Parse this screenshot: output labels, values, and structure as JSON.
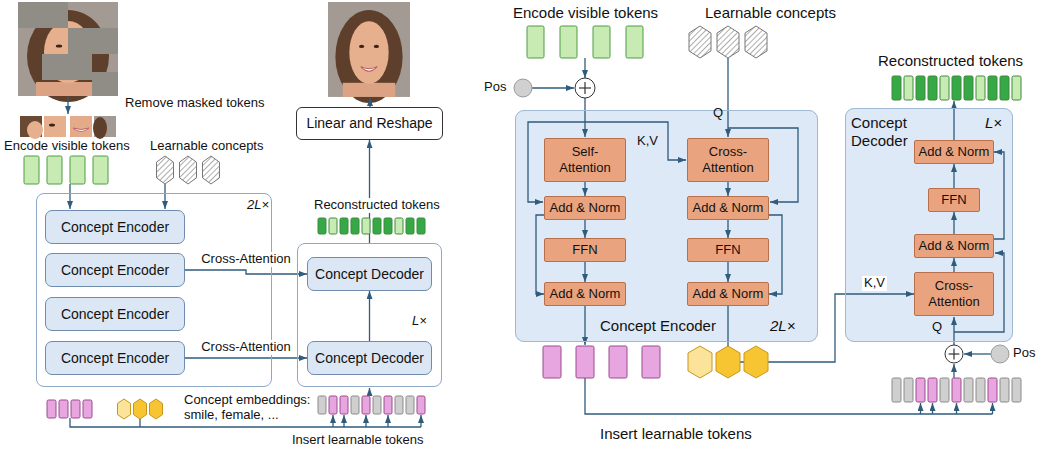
{
  "diagram": {
    "nodes": [
      {
        "text": [
          "2L×"
        ]
      },
      {
        "text": [
          "Concept Encoder"
        ],
        "in": 0
      },
      {
        "text": [
          "Concept Encoder"
        ],
        "in": 0
      },
      {
        "text": [
          "Concept Encoder"
        ],
        "in": 0
      },
      {
        "text": [
          "Concept Encoder"
        ],
        "in": 0
      },
      {
        "text": [
          "L×"
        ]
      },
      {
        "text": [
          "Concept Decoder"
        ],
        "in": 5
      },
      {
        "text": [
          "Concept Decoder"
        ],
        "in": 5
      },
      {
        "text": [
          "Linear and Reshape"
        ]
      },
      {
        "text": [
          "Concept Encoder",
          "2L×"
        ]
      },
      {
        "text": [
          "Self-Attention"
        ],
        "in": 9
      },
      {
        "text": [
          "Add & Norm"
        ],
        "in": 9
      },
      {
        "text": [
          "FFN"
        ],
        "in": 9
      },
      {
        "text": [
          "Add & Norm"
        ],
        "in": 9
      },
      {
        "text": [
          "Cross-Attention"
        ],
        "in": 9
      },
      {
        "text": [
          "Add & Norm"
        ],
        "in": 9
      },
      {
        "text": [
          "FFN"
        ],
        "in": 9
      },
      {
        "text": [
          "Add & Norm"
        ],
        "in": 9
      },
      {
        "text": [
          "Concept Decoder",
          "L×"
        ]
      },
      {
        "text": [
          "Add & Norm"
        ],
        "in": 18
      },
      {
        "text": [
          "FFN"
        ],
        "in": 18
      },
      {
        "text": [
          "Add & Norm"
        ],
        "in": 18
      },
      {
        "text": [
          "Cross-Attention"
        ],
        "in": 18
      }
    ],
    "edges": [
      {
        "from": 2,
        "to": 6,
        "label": "Cross-Attention",
        "arrow": "to"
      },
      {
        "from": 4,
        "to": 7,
        "label": "Cross-Attention",
        "arrow": "to"
      },
      {
        "from": 7,
        "to": 6,
        "arrow": "to"
      },
      {
        "from": 5,
        "to": 8,
        "arrow": "to"
      },
      {
        "from": 10,
        "to": 11,
        "arrow": "to"
      },
      {
        "from": 11,
        "to": 12,
        "arrow": "to"
      },
      {
        "from": 12,
        "to": 13,
        "arrow": "to"
      },
      {
        "from": 11,
        "to": 13,
        "arrow": "to"
      },
      {
        "from": 14,
        "to": 15,
        "arrow": "to"
      },
      {
        "from": 15,
        "to": 16,
        "arrow": "to"
      },
      {
        "from": 16,
        "to": 17,
        "arrow": "to"
      },
      {
        "from": 15,
        "to": 17,
        "arrow": "to"
      },
      {
        "from": 17,
        "to": 22,
        "label": "K,V",
        "arrow": "to"
      },
      {
        "from": 22,
        "to": 21,
        "arrow": "to"
      },
      {
        "from": 21,
        "to": 20,
        "arrow": "to"
      },
      {
        "from": 20,
        "to": 19,
        "arrow": "to"
      },
      {
        "from": 21,
        "to": 19,
        "arrow": "to"
      }
    ],
    "labels": [
      "Remove masked tokens",
      "Encode visible tokens",
      "Learnable concepts",
      "Reconstructed tokens",
      "Concept embeddings: smile, female, ...",
      "Insert learnable tokens",
      "Encode visible tokens",
      "Learnable concepts",
      "Pos",
      "K,V",
      "Q",
      "Reconstructed tokens",
      "Q",
      "Pos",
      "Insert learnable tokens"
    ]
  }
}
